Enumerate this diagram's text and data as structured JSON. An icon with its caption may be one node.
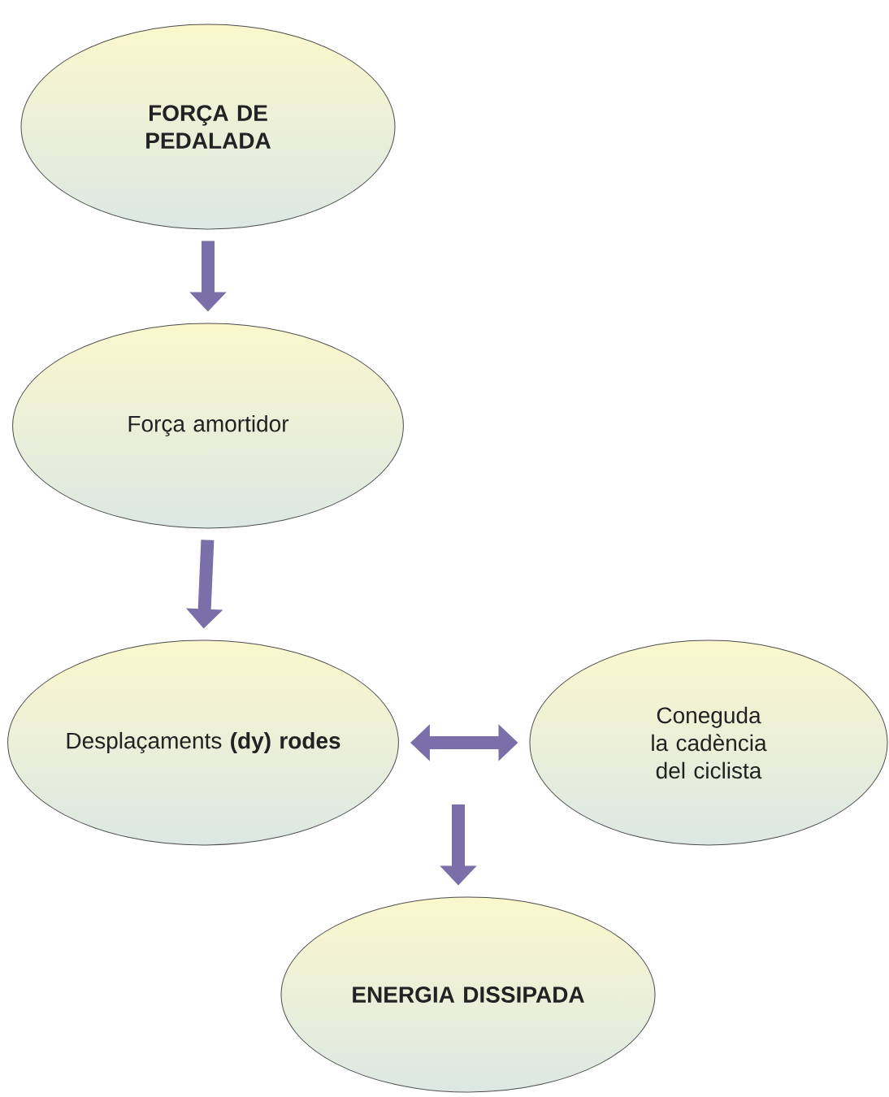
{
  "diagram": {
    "nodes": [
      {
        "text": [
          "FORÇA DE PEDALADA"
        ]
      },
      {
        "text": [
          "Força amortidor"
        ]
      },
      {
        "text": [
          "Desplaçaments **(dy) rodes**"
        ]
      },
      {
        "text": [
          "Coneguda la cadència del ciclista"
        ]
      },
      {
        "text": [
          "ENERGIA DISSIPADA"
        ]
      }
    ],
    "edges": [
      {
        "from": 0,
        "to": 1,
        "arrow": "to"
      },
      {
        "from": 1,
        "to": 2,
        "arrow": "to"
      },
      {
        "from": 2,
        "to": 3,
        "arrow": "both"
      },
      {
        "from": null,
        "to": 4,
        "arrow": "to"
      }
    ]
  }
}
